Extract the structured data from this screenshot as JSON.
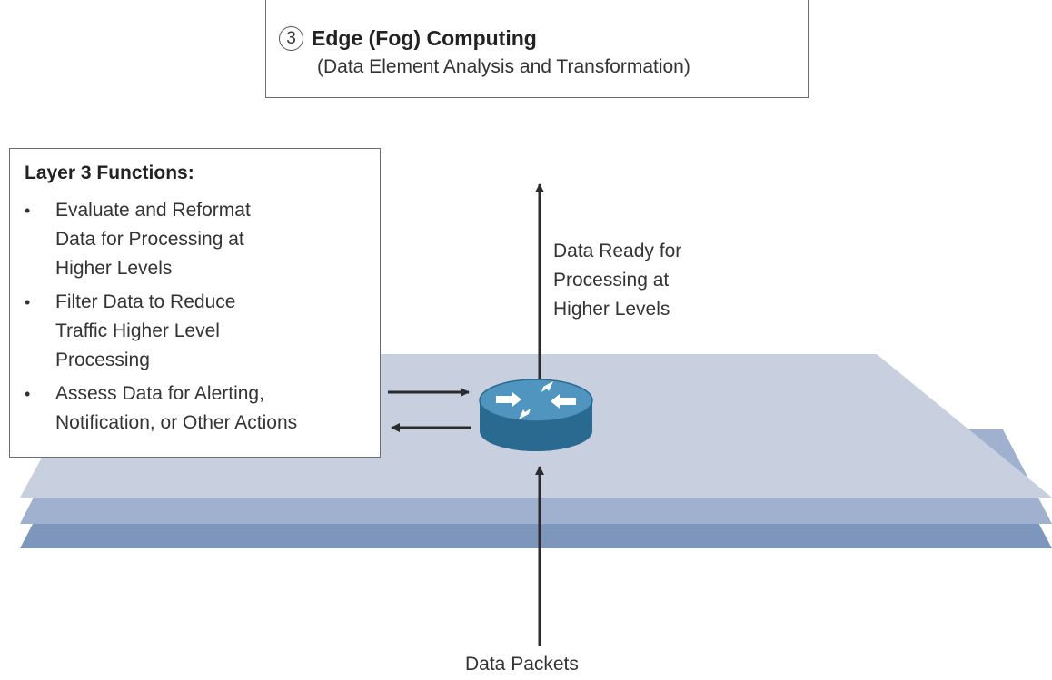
{
  "layer": {
    "number": "3",
    "name": "Edge (Fog) Computing",
    "subtitle": "(Data Element Analysis and Transformation)"
  },
  "functions_panel": {
    "title": "Layer 3 Functions:",
    "items": [
      "Evaluate and Reformat\nData for Processing at\nHigher Levels",
      "Filter Data to Reduce\nTraffic Higher Level\nProcessing",
      "Assess Data for Alerting,\nNotification, or Other Actions"
    ]
  },
  "flows": {
    "output_label": "Data Ready for\nProcessing at\nHigher Levels",
    "input_label": "Data Packets"
  },
  "icons": {
    "device": "router-icon"
  },
  "colors": {
    "plane_top": "#c8d0e0",
    "plane_middle": "#9fb1cf",
    "plane_bottom": "#7f96bc",
    "router_body": "#2a6a91",
    "router_top": "#4f95bf",
    "arrow": "#2b2b2b"
  }
}
